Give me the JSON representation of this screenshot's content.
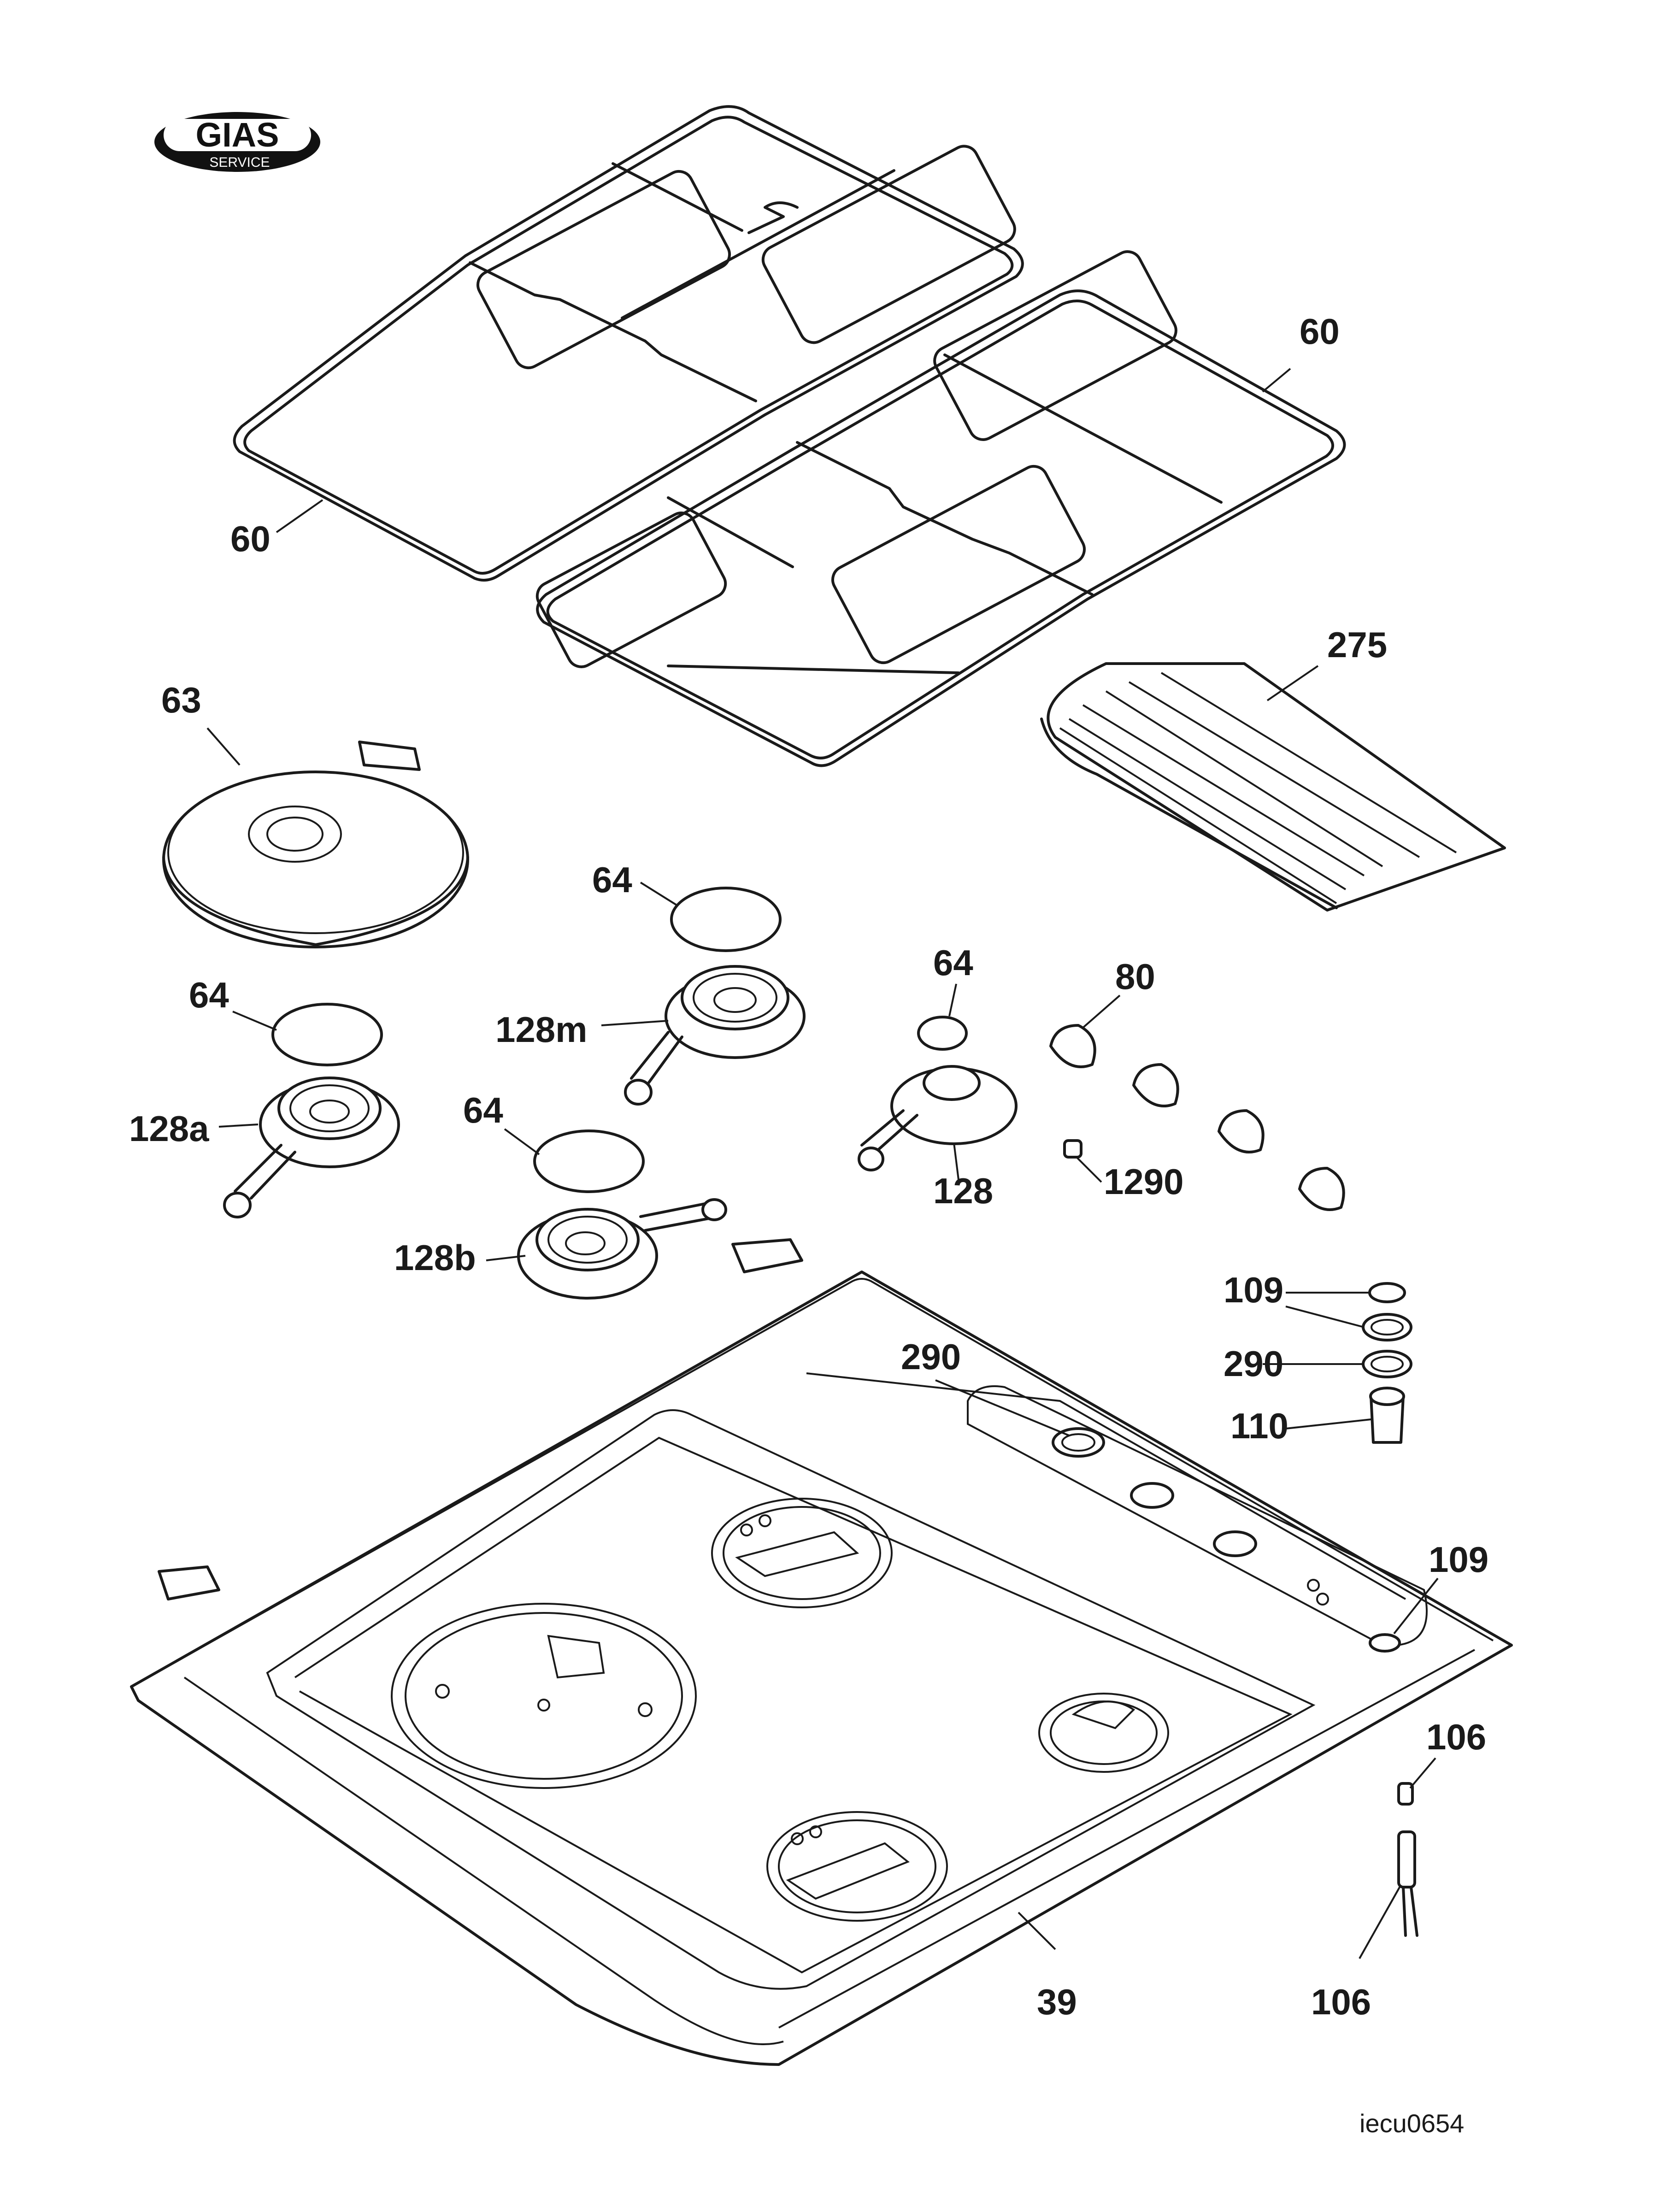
{
  "logo": {
    "brand": "GIAS",
    "tagline": "SERVICE"
  },
  "drawing_code": "iecu0654",
  "labels": {
    "grid_left": "60",
    "grid_right": "60",
    "hotplate": "63",
    "cap_1": "64",
    "cap_2": "64",
    "cap_3": "64",
    "cap_4": "64",
    "burner_a": "128a",
    "burner_m": "128m",
    "burner_b": "128b",
    "burner": "128",
    "knob": "80",
    "spacer": "1290",
    "gasket": "275",
    "bezel": "109",
    "ring_top": "290",
    "ring_side": "290",
    "lamp_switch": "110",
    "bezel_panel": "109",
    "igniter_top": "106",
    "igniter_bottom": "106",
    "hob_top": "39"
  }
}
